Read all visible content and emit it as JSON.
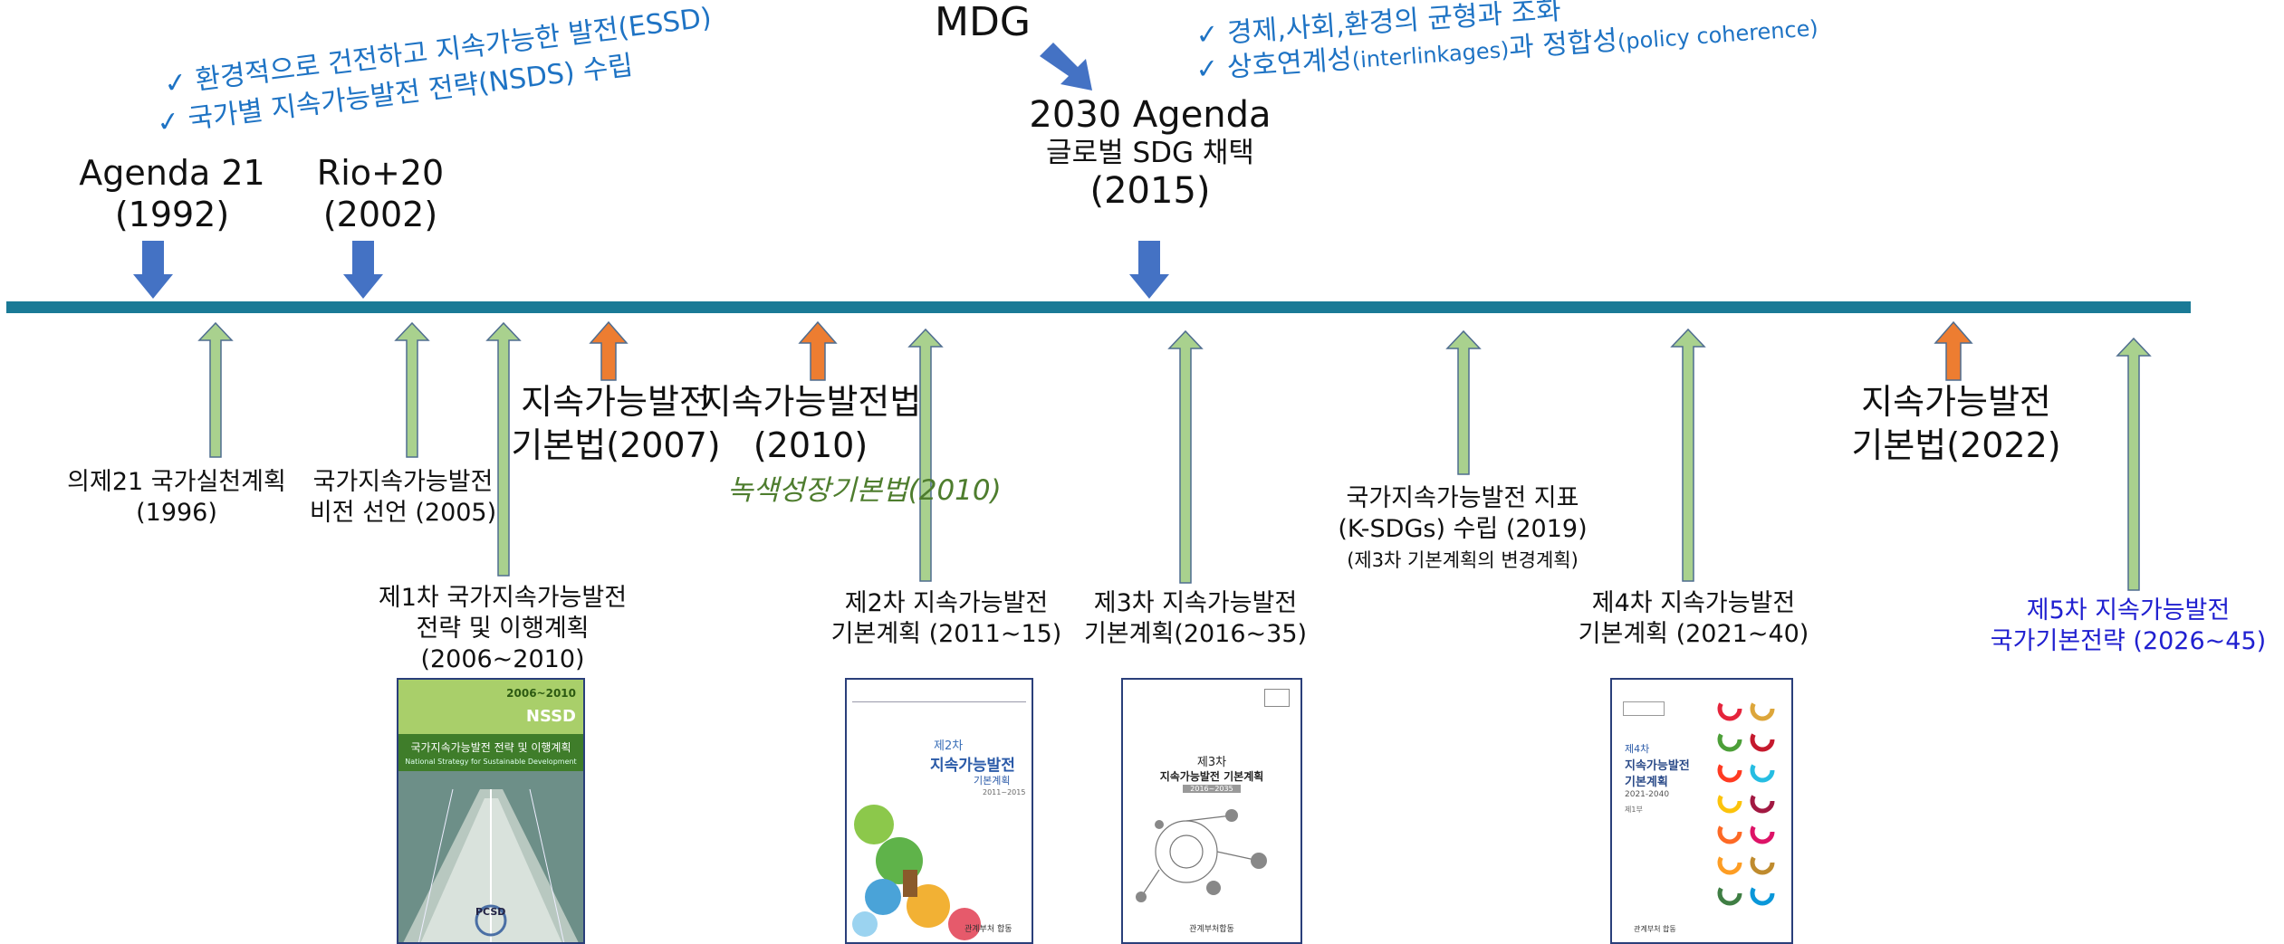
{
  "top_events": {
    "agenda21": {
      "name": "Agenda 21",
      "year": "(1992)"
    },
    "rio20": {
      "name": "Rio+20",
      "year": "(2002)"
    },
    "mdg": "MDG",
    "agenda2030": {
      "name": "2030 Agenda",
      "sub": "글로벌 SDG 채택",
      "year": "(2015)"
    }
  },
  "notes_left": {
    "line1": "✓ 환경적으로 건전하고 지속가능한 발전(ESSD)",
    "line2": "✓ 국가별 지속가능발전 전략(NSDS) 수립"
  },
  "notes_right": {
    "line1": "✓ 경제,사회,환경의 균형과 조화",
    "line2_main": "✓ 상호연계성",
    "line2_sub1": "(interlinkages)",
    "line2_mid": "과 정합성",
    "line2_sub2": "(policy coherence)"
  },
  "laws": {
    "law2007": {
      "line1": "지속가능발전",
      "line2": "기본법(2007)"
    },
    "law2010": {
      "line1": "지속가능발전법",
      "line2": "(2010)"
    },
    "green_growth": "녹색성장기본법(2010)",
    "law2022": {
      "line1": "지속가능발전",
      "line2": "기본법(2022)"
    }
  },
  "plans": {
    "p1996": {
      "line1": "의제21 국가실천계획",
      "line2": "(1996)"
    },
    "p2005": {
      "line1": "국가지속가능발전",
      "line2": "비전 선언 (2005)"
    },
    "p1st": {
      "line1": "제1차 국가지속가능발전",
      "line2": "전략 및 이행계획",
      "line3": "(2006~2010)"
    },
    "p2nd": {
      "line1": "제2차 지속가능발전",
      "line2": "기본계획 (2011~15)"
    },
    "p3rd": {
      "line1": "제3차 지속가능발전",
      "line2": "기본계획(2016~35)"
    },
    "pksdg": {
      "line1": "국가지속가능발전 지표",
      "line2": "(K-SDGs) 수립 (2019)",
      "line3": "(제3차 기본계획의 변경계획)"
    },
    "p4th": {
      "line1": "제4차 지속가능발전",
      "line2": "기본계획 (2021~40)"
    },
    "p5th": {
      "line1": "제5차 지속가능발전",
      "line2": "국가기본전략  (2026~45)"
    }
  },
  "doc_covers": {
    "nsds": {
      "years": "2006~2010",
      "badge": "NSSD",
      "title": "국가지속가능발전 전략 및 이행계획",
      "subtitle": "National Strategy for Sustainable Development",
      "logo": "PCSD"
    },
    "second": {
      "title_small": "제2차",
      "title": "지속가능발전",
      "title2": "기본계획",
      "years": "2011~2015",
      "footer": "관계부처 합동"
    },
    "third": {
      "title_small": "제3차",
      "title": "지속가능발전 기본계획",
      "years": "2016~2035",
      "footer": "관계부처합동"
    },
    "fourth": {
      "title_small": "제4차",
      "title": "지속가능발전",
      "title2": "기본계획",
      "years": "2021-2040",
      "vol": "제1부",
      "footer": "관계부처 합동"
    }
  },
  "colors": {
    "timeline": "#1a7a96",
    "down_arrow": "#4472c4",
    "up_arrow_green": "#a9d18e",
    "up_arrow_orange": "#ed7d31",
    "note_text": "#1e73c4",
    "green_italic": "#4e7d2e",
    "fifth_plan": "#2020d0"
  }
}
